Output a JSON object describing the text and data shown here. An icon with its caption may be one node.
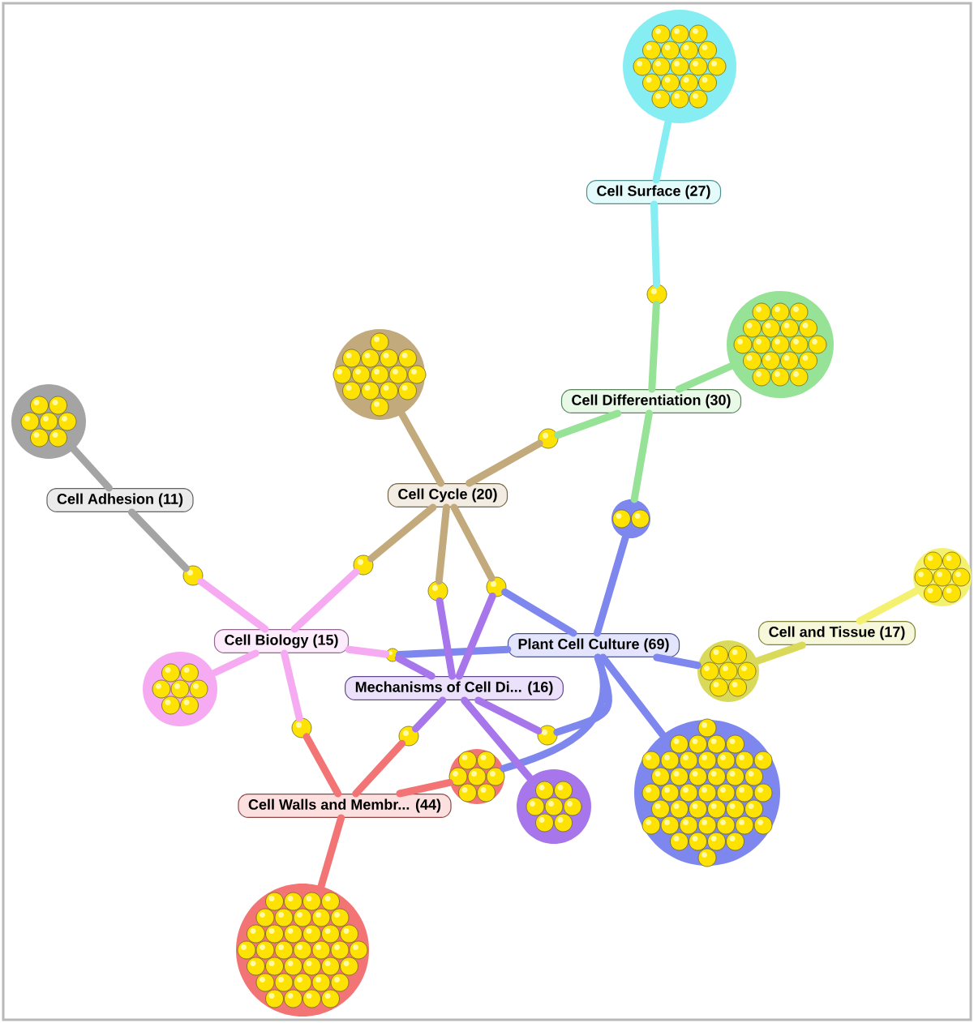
{
  "diagram": {
    "nodes": [
      {
        "text": [
          "Cell Surface (27)"
        ]
      },
      {
        "text": [
          "Cell Differentiation (30)"
        ]
      },
      {
        "text": [
          "Cell Adhesion (11)"
        ]
      },
      {
        "text": [
          "Cell Cycle (20)"
        ]
      },
      {
        "text": [
          "Cell Biology (15)"
        ]
      },
      {
        "text": [
          "Plant Cell Culture (69)"
        ]
      },
      {
        "text": [
          "Cell and Tissue (17)"
        ]
      },
      {
        "text": [
          "Mechanisms of Cell Di... (16)"
        ]
      },
      {
        "text": [
          "Cell Walls and Membr... (44)"
        ]
      },
      {
        "text": [],
        "shape": "circle"
      },
      {
        "text": [],
        "shape": "circle"
      },
      {
        "text": [],
        "shape": "circle"
      },
      {
        "text": [],
        "shape": "circle"
      },
      {
        "text": [],
        "shape": "circle"
      },
      {
        "text": [],
        "shape": "circle"
      },
      {
        "text": [],
        "shape": "circle"
      },
      {
        "text": [],
        "shape": "circle"
      },
      {
        "text": [],
        "shape": "circle"
      },
      {
        "text": [],
        "shape": "circle"
      },
      {
        "text": [],
        "shape": "circle"
      },
      {
        "text": [],
        "shape": "circle"
      },
      {
        "text": [],
        "shape": "circle"
      },
      {
        "text": [],
        "shape": "circle"
      },
      {
        "text": [],
        "shape": "circle"
      },
      {
        "text": [],
        "shape": "circle"
      },
      {
        "text": [],
        "shape": "circle"
      },
      {
        "text": [],
        "shape": "circle"
      },
      {
        "text": [],
        "shape": "circle"
      },
      {
        "text": [],
        "shape": "circle"
      },
      {
        "text": [],
        "shape": "circle"
      },
      {
        "text": [],
        "shape": "circle"
      }
    ],
    "edges": [
      {
        "from": 0,
        "to": 9,
        "arrow": "none",
        "color": "#86eef2"
      },
      {
        "from": 0,
        "to": 20,
        "arrow": "none",
        "color": "#86eef2"
      },
      {
        "from": 1,
        "to": 20,
        "arrow": "none",
        "color": "#96e296"
      },
      {
        "from": 1,
        "to": 10,
        "arrow": "none",
        "color": "#96e296"
      },
      {
        "from": 1,
        "to": 21,
        "arrow": "none",
        "color": "#96e296"
      },
      {
        "from": 1,
        "to": 22,
        "arrow": "none",
        "color": "#96e296"
      },
      {
        "from": 2,
        "to": 11,
        "arrow": "none",
        "color": "#a4a4a4"
      },
      {
        "from": 2,
        "to": 23,
        "arrow": "none",
        "color": "#a4a4a4"
      },
      {
        "from": 3,
        "to": 12,
        "arrow": "none",
        "color": "#c2aa7c"
      },
      {
        "from": 3,
        "to": 21,
        "arrow": "none",
        "color": "#c2aa7c"
      },
      {
        "from": 3,
        "to": 24,
        "arrow": "none",
        "color": "#c2aa7c"
      },
      {
        "from": 3,
        "to": 25,
        "arrow": "none",
        "color": "#c2aa7c"
      },
      {
        "from": 3,
        "to": 26,
        "arrow": "none",
        "color": "#c2aa7c"
      },
      {
        "from": 4,
        "to": 23,
        "arrow": "none",
        "color": "#f6aaf2"
      },
      {
        "from": 4,
        "to": 24,
        "arrow": "none",
        "color": "#f6aaf2"
      },
      {
        "from": 4,
        "to": 13,
        "arrow": "none",
        "color": "#f6aaf2"
      },
      {
        "from": 4,
        "to": 27,
        "arrow": "none",
        "color": "#f6aaf2"
      },
      {
        "from": 4,
        "to": 28,
        "arrow": "none",
        "color": "#f6aaf2"
      },
      {
        "from": 5,
        "to": 22,
        "arrow": "none",
        "color": "#7d87ee"
      },
      {
        "from": 5,
        "to": 26,
        "arrow": "none",
        "color": "#7d87ee"
      },
      {
        "from": 5,
        "to": 16,
        "arrow": "none",
        "color": "#7d87ee"
      },
      {
        "from": 5,
        "to": 14,
        "arrow": "none",
        "color": "#7d87ee"
      },
      {
        "from": 5,
        "to": 19,
        "arrow": "none",
        "color": "#7d87ee"
      },
      {
        "from": 5,
        "to": 28,
        "arrow": "none",
        "color": "#7d87ee"
      },
      {
        "from": 5,
        "to": 30,
        "arrow": "none",
        "color": "#7d87ee"
      },
      {
        "from": 6,
        "to": 16,
        "arrow": "none",
        "color": "#dada5a"
      },
      {
        "from": 6,
        "to": 15,
        "arrow": "none",
        "color": "#f4f070"
      },
      {
        "from": 7,
        "to": 25,
        "arrow": "none",
        "color": "#a676ea"
      },
      {
        "from": 7,
        "to": 26,
        "arrow": "none",
        "color": "#a676ea"
      },
      {
        "from": 7,
        "to": 17,
        "arrow": "none",
        "color": "#a676ea"
      },
      {
        "from": 7,
        "to": 29,
        "arrow": "none",
        "color": "#a676ea"
      },
      {
        "from": 7,
        "to": 30,
        "arrow": "none",
        "color": "#a676ea"
      },
      {
        "from": 7,
        "to": 28,
        "arrow": "none",
        "color": "#a676ea"
      },
      {
        "from": 8,
        "to": 27,
        "arrow": "none",
        "color": "#f27474"
      },
      {
        "from": 8,
        "to": 29,
        "arrow": "none",
        "color": "#f27474"
      },
      {
        "from": 8,
        "to": 18,
        "arrow": "none",
        "color": "#f27474"
      },
      {
        "from": 8,
        "to": 19,
        "arrow": "none",
        "color": "#f27474"
      }
    ]
  }
}
